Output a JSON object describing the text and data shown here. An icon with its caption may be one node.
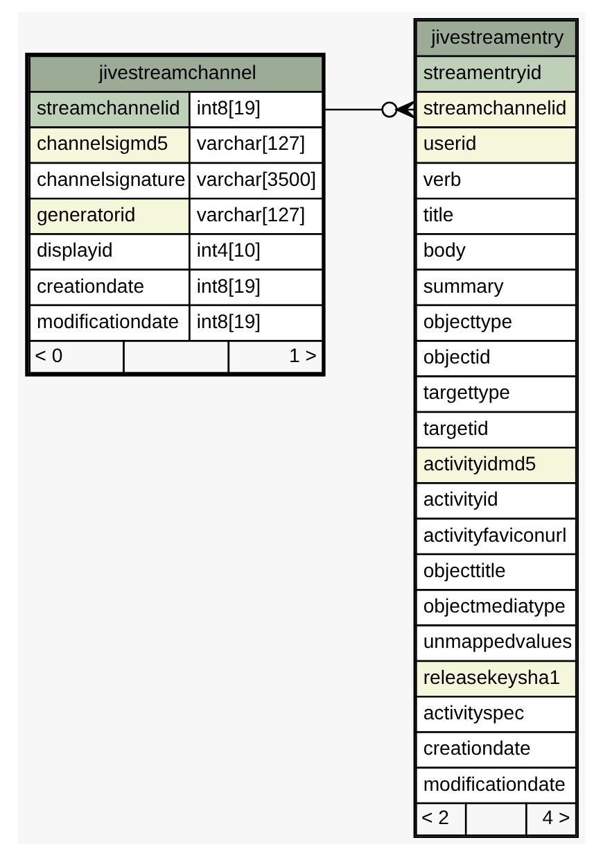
{
  "diagram": {
    "nodes": [
      {
        "text": [
          "jivestreamchannel",
          "streamchannelid",
          "int8[19]",
          "channelsigmd5",
          "varchar[127]",
          "channelsignature",
          "varchar[3500]",
          "generatorid",
          "varchar[127]",
          "displayid",
          "int4[10]",
          "creationdate",
          "int8[19]",
          "modificationdate",
          "int8[19]",
          "< 0",
          "1 >"
        ]
      },
      {
        "text": [
          "jivestreamentry",
          "streamentryid",
          "streamchannelid",
          "userid",
          "verb",
          "title",
          "body",
          "summary",
          "objecttype",
          "objectid",
          "targettype",
          "targetid",
          "activityidmd5",
          "activityid",
          "activityfaviconurl",
          "objecttitle",
          "objectmediatype",
          "unmappedvalues",
          "releasekeysha1",
          "activityspec",
          "creationdate",
          "modificationdate",
          "< 2",
          "4 >"
        ]
      }
    ],
    "edges": [
      {
        "from": 0,
        "to": 1,
        "arrow": "other"
      }
    ]
  }
}
